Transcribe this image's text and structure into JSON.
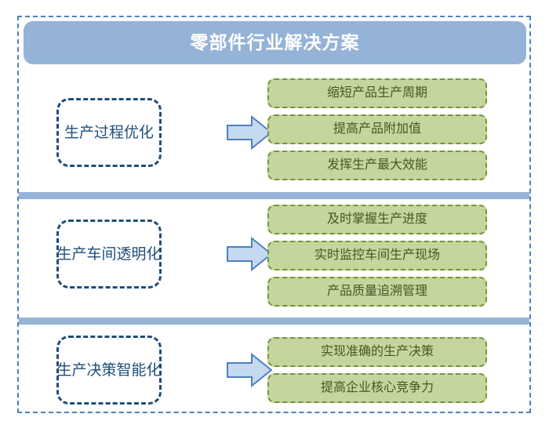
{
  "header": {
    "title": "零部件行业解决方案"
  },
  "colors": {
    "frame_border": "#4f81bd",
    "banner_fill": "#95b3d7",
    "banner_text": "#ffffff",
    "divider": "#95b3d7",
    "capability_border": "#1f4e79",
    "capability_text": "#1f4e79",
    "arrow_fill": "#c5d9f1",
    "arrow_stroke": "#4f81bd",
    "outcome_fill": "#c3d69b",
    "outcome_border": "#77933c",
    "outcome_text": "#4a5626"
  },
  "sections": [
    {
      "capability": "生产过程优化",
      "arrow_icon": "right-arrow-icon",
      "outcomes": [
        "缩短产品生产周期",
        "提高产品附加值",
        "发挥生产最大效能"
      ]
    },
    {
      "capability": "生产车间透明化",
      "arrow_icon": "right-arrow-icon",
      "outcomes": [
        "及时掌握生产进度",
        "实时监控车间生产现场",
        "产品质量追溯管理"
      ]
    },
    {
      "capability": "生产决策智能化",
      "arrow_icon": "right-arrow-icon",
      "outcomes": [
        "实现准确的生产决策",
        "提高企业核心竞争力"
      ]
    }
  ]
}
